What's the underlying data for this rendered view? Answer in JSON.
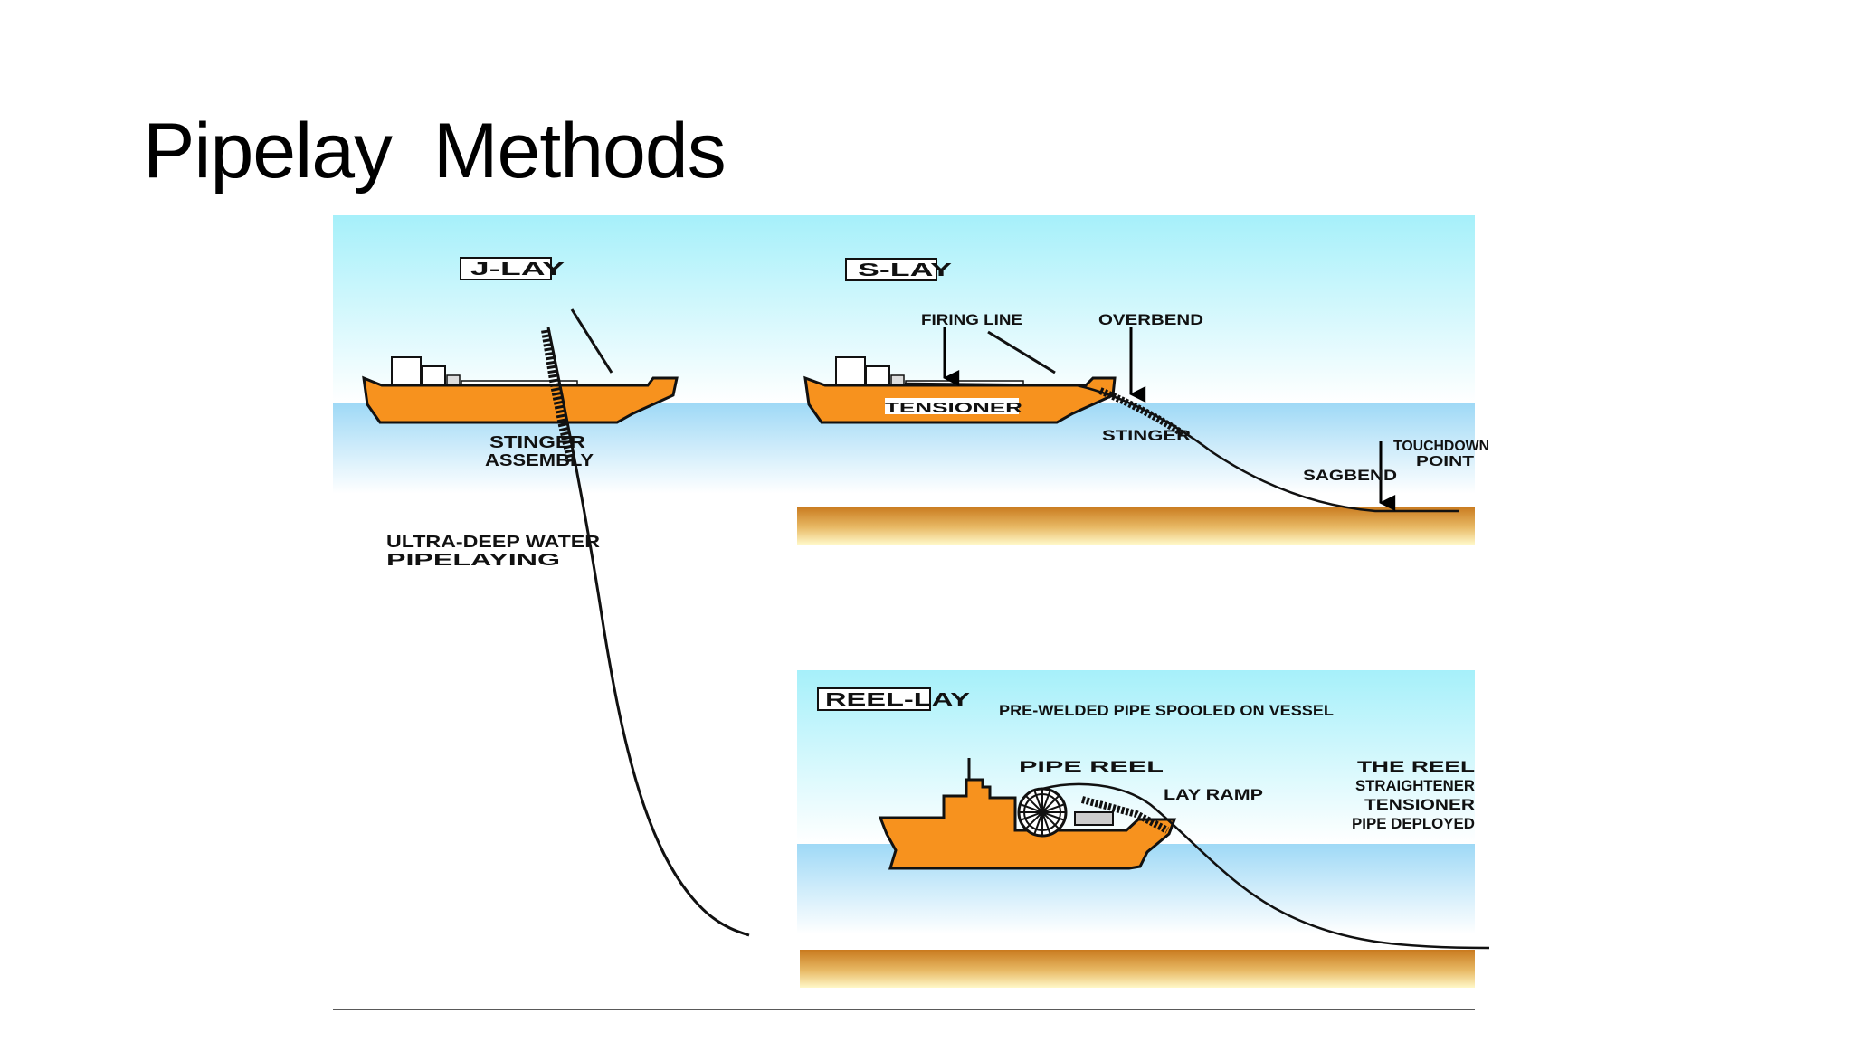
{
  "slide": {
    "title": "Pipelay  Methods"
  },
  "diagram": {
    "colors": {
      "hull": "#F7921E",
      "pipe": "#111111",
      "seabed": "#C97A1E"
    },
    "jlay": {
      "method_label": "J-LAY",
      "stinger_label_1": "STINGER",
      "stinger_label_2": "ASSEMBLY",
      "depth_label_1": "ULTRA-DEEP WATER",
      "depth_label_2": "PIPELAYING"
    },
    "slay": {
      "method_label": "S-LAY",
      "firing_line_label": "FIRING LINE",
      "overbend_label": "OVERBEND",
      "tensioner_label": "TENSIONER",
      "stinger_label": "STINGER",
      "sagbend_label": "SAGBEND",
      "touchdown_label_1": "TOUCHDOWN",
      "touchdown_label_2": "POINT"
    },
    "reellay": {
      "method_label": "REEL-LAY",
      "continuous_label": "PRE-WELDED PIPE SPOOLED ON VESSEL",
      "reel_label": "PIPE REEL",
      "ramp_label": "LAY RAMP",
      "side_label_1": "THE REEL",
      "side_label_2": "STRAIGHTENER",
      "side_label_3": "TENSIONER",
      "side_label_4": "PIPE DEPLOYED"
    }
  }
}
